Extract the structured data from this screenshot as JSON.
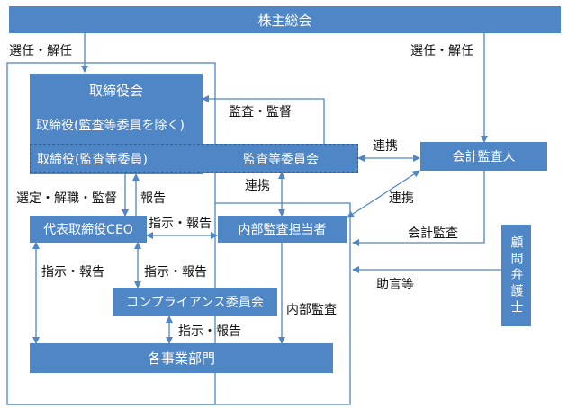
{
  "colors": {
    "box_fill": "#4F86C6",
    "box_text": "#FFFFFF",
    "line": "#4F86C6",
    "text": "#111111"
  },
  "nodes": {
    "shareholders": "株主総会",
    "board": "取締役会",
    "directors_excl": "取締役(監査等委員を除く)",
    "directors_audit": "取締役(監査等委員)",
    "audit_committee": "監査等委員会",
    "accounting_auditor": "会計監査人",
    "ceo": "代表取締役CEO",
    "internal_audit": "内部監査担当者",
    "compliance": "コンプライアンス委員会",
    "departments": "各事業部門",
    "lawyer": "顧問弁護士"
  },
  "edges": {
    "elect_left": "選任・解任",
    "elect_right": "選任・解任",
    "audit_supervise": "監査・監督",
    "coop_audit_accounting": "連携",
    "coop_audit_internal": "連携",
    "coop_accounting_internal": "連携",
    "select_dismiss": "選定・解職・監督",
    "report_ceo_board": "報告",
    "instruct_ceo_internal": "指示・報告",
    "instruct_ceo_dept": "指示・報告",
    "instruct_ceo_comp": "指示・報告",
    "instruct_comp_dept": "指示・報告",
    "internal_audit": "内部監査",
    "accounting_audit": "会計監査",
    "advice": "助言等"
  }
}
